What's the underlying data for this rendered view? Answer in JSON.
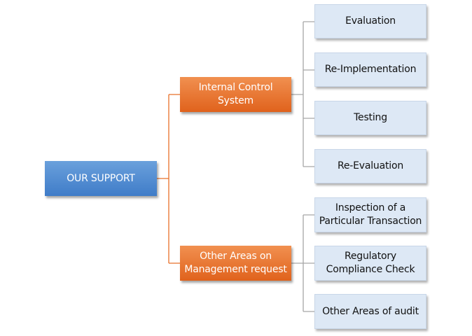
{
  "diagram": {
    "root": {
      "label": "OUR SUPPORT"
    },
    "branches": [
      {
        "label": "Internal Control System",
        "line1": "Internal Control",
        "line2": "System",
        "children": [
          {
            "line1": "Evaluation",
            "line2": ""
          },
          {
            "line1": "Re-Implementation",
            "line2": ""
          },
          {
            "line1": "Testing",
            "line2": ""
          },
          {
            "line1": "Re-Evaluation",
            "line2": ""
          }
        ]
      },
      {
        "label": "Other Areas on Management request",
        "line1": "Other Areas on",
        "line2": "Management request",
        "children": [
          {
            "line1": "Inspection of a",
            "line2": "Particular Transaction"
          },
          {
            "line1": "Regulatory",
            "line2": "Compliance Check"
          },
          {
            "line1": "Other Areas of audit",
            "line2": ""
          }
        ]
      }
    ],
    "colors": {
      "root": "#4a86d0",
      "branch": "#e8702a",
      "leaf": "#dde8f5",
      "root_connector": "#e8702a",
      "leaf_connector": "#a6a6a6"
    }
  }
}
